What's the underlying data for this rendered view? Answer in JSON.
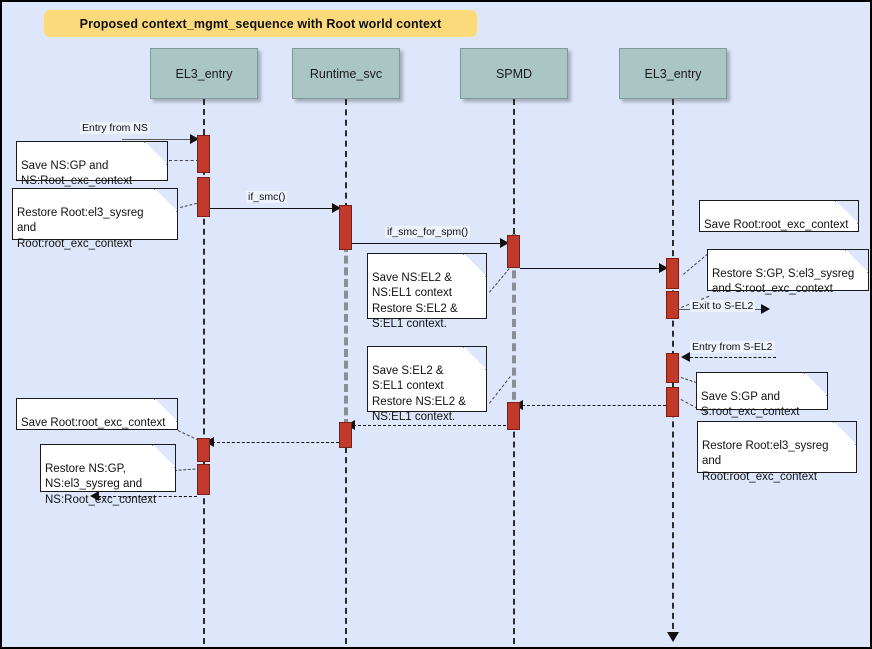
{
  "diagram": {
    "title": "Proposed context_mgmt_sequence with Root world context",
    "colors": {
      "background": "#dde6fa",
      "title_banner": "#fcd97a",
      "participant_box": "#a9c6c4",
      "activation_bar": "#c0392b",
      "note_background": "#ffffff"
    },
    "participants": [
      {
        "id": "el3_entry_left",
        "label": "EL3_entry"
      },
      {
        "id": "runtime_svc",
        "label": "Runtime_svc"
      },
      {
        "id": "spmd",
        "label": "SPMD"
      },
      {
        "id": "el3_entry_right",
        "label": "EL3_entry"
      }
    ],
    "messages": [
      {
        "id": "m1",
        "label": "Entry from NS",
        "from": "external-left",
        "to": "el3_entry_left",
        "style": "solid"
      },
      {
        "id": "m2",
        "label": "if_smc()",
        "from": "el3_entry_left",
        "to": "runtime_svc",
        "style": "solid"
      },
      {
        "id": "m3",
        "label": "if_smc_for_spm()",
        "from": "runtime_svc",
        "to": "spmd",
        "style": "solid"
      },
      {
        "id": "m4",
        "label": "",
        "from": "spmd",
        "to": "el3_entry_right",
        "style": "solid"
      },
      {
        "id": "m5",
        "label": "Exit to S-EL2",
        "from": "el3_entry_right",
        "to": "external-right",
        "style": "solid"
      },
      {
        "id": "m6",
        "label": "Entry from S-EL2",
        "from": "external-right",
        "to": "el3_entry_right",
        "style": "dashed"
      },
      {
        "id": "m7",
        "label": "",
        "from": "el3_entry_right",
        "to": "spmd",
        "style": "dashed"
      },
      {
        "id": "m8",
        "label": "",
        "from": "spmd",
        "to": "runtime_svc",
        "style": "dashed"
      },
      {
        "id": "m9",
        "label": "",
        "from": "runtime_svc",
        "to": "el3_entry_left",
        "style": "dashed"
      },
      {
        "id": "m10",
        "label": "",
        "from": "el3_entry_left",
        "to": "external-left",
        "style": "dashed"
      }
    ],
    "notes": [
      {
        "id": "n1",
        "text": "Save NS:GP and\nNS:Root_exc_context"
      },
      {
        "id": "n2",
        "text": "Restore Root:el3_sysreg\nand\nRoot:root_exc_context"
      },
      {
        "id": "n3",
        "text": "Save NS:EL2 &\nNS:EL1 context\nRestore S:EL2 &\nS:EL1 context."
      },
      {
        "id": "n4",
        "text": "Save Root:root_exc_context"
      },
      {
        "id": "n5",
        "text": "Restore S:GP, S:el3_sysreg\nand S:root_exc_context"
      },
      {
        "id": "n6",
        "text": "Save S:GP and\nS:root_exc_context"
      },
      {
        "id": "n7",
        "text": "Restore Root:el3_sysreg\nand\nRoot:root_exc_context"
      },
      {
        "id": "n8",
        "text": "Save S:EL2 &\nS:EL1 context\nRestore NS:EL2 &\nNS:EL1 context."
      },
      {
        "id": "n9",
        "text": "Save Root:root_exc_context"
      },
      {
        "id": "n10",
        "text": "Restore NS:GP,\nNS:el3_sysreg and\nNS:Root_exc_context"
      }
    ]
  }
}
